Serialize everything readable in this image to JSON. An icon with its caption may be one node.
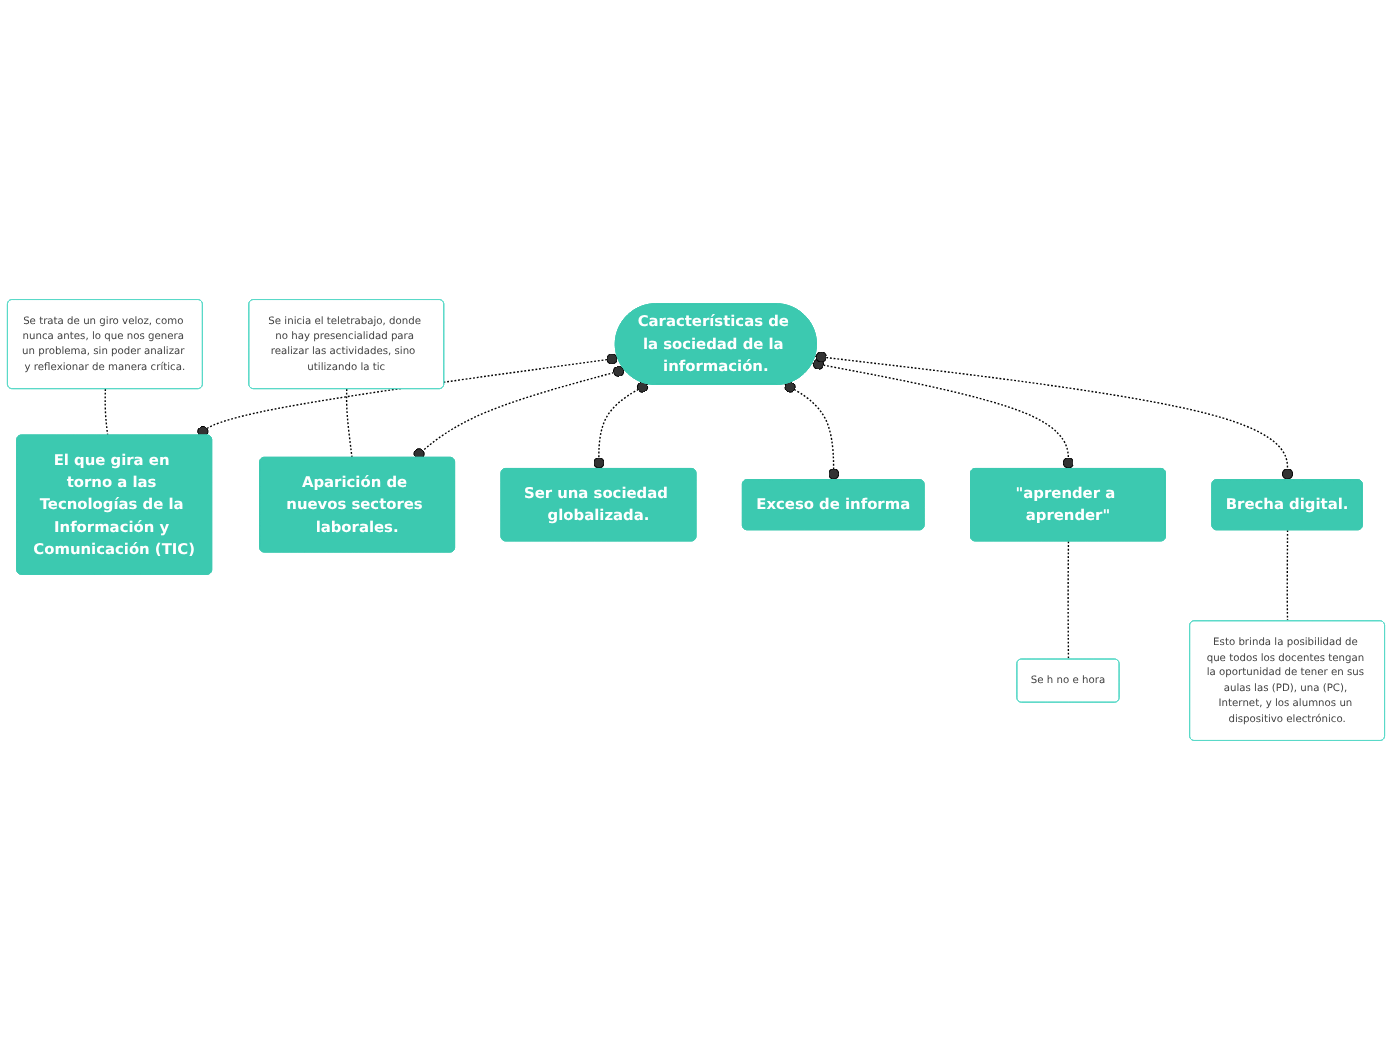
{
  "diagram": {
    "nodes": [
      {
        "text": [
          "Se trata de un giro veloz, como nunca antes, lo que nos genera un problema, sin poder analizar y reflexionar de manera crítica."
        ]
      },
      {
        "text": [
          "El que gira en torno a las Tecnologías de la Información y Comunicación (TIC)"
        ]
      },
      {
        "text": [
          "Se inicia el teletrabajo, donde no hay presencialidad para realizar las actividades, sino  utilizando la tic"
        ]
      },
      {
        "text": [
          "Aparición de nuevos sectores laborales."
        ]
      },
      {
        "text": [
          "Ser una sociedad globalizada."
        ]
      },
      {
        "text": [
          "Características de la sociedad de la información."
        ]
      },
      {
        "text": [
          "Exceso de informa"
        ]
      },
      {
        "text": [
          "\"aprender a aprender\""
        ]
      },
      {
        "text": [
          "Se h no e hora"
        ]
      },
      {
        "text": [
          "Brecha digital."
        ]
      },
      {
        "text": [
          "Esto brinda la posibilidad de que todos los docentes tengan la oportunidad de tener en sus aulas las (PD), una (PC), Internet, y los alumnos un dispositivo electrónico."
        ]
      }
    ],
    "edges": [
      {
        "from": 0,
        "to": 1,
        "arrow": "none",
        "style": "dashed"
      },
      {
        "from": 2,
        "to": 3,
        "arrow": "none",
        "style": "dashed"
      },
      {
        "from": 5,
        "to": 1,
        "arrow": "other",
        "style": "dashed"
      },
      {
        "from": 5,
        "to": 3,
        "arrow": "other",
        "style": "dashed"
      },
      {
        "from": 5,
        "to": 4,
        "arrow": "other",
        "style": "dashed"
      },
      {
        "from": 5,
        "to": 6,
        "arrow": "other",
        "style": "dashed"
      },
      {
        "from": 5,
        "to": 7,
        "arrow": "other",
        "style": "dashed"
      },
      {
        "from": 5,
        "to": 9,
        "arrow": "other",
        "style": "dashed"
      },
      {
        "from": 7,
        "to": 8,
        "arrow": "none",
        "style": "dashed"
      },
      {
        "from": 9,
        "to": 10,
        "arrow": "none",
        "style": "dashed"
      }
    ]
  }
}
